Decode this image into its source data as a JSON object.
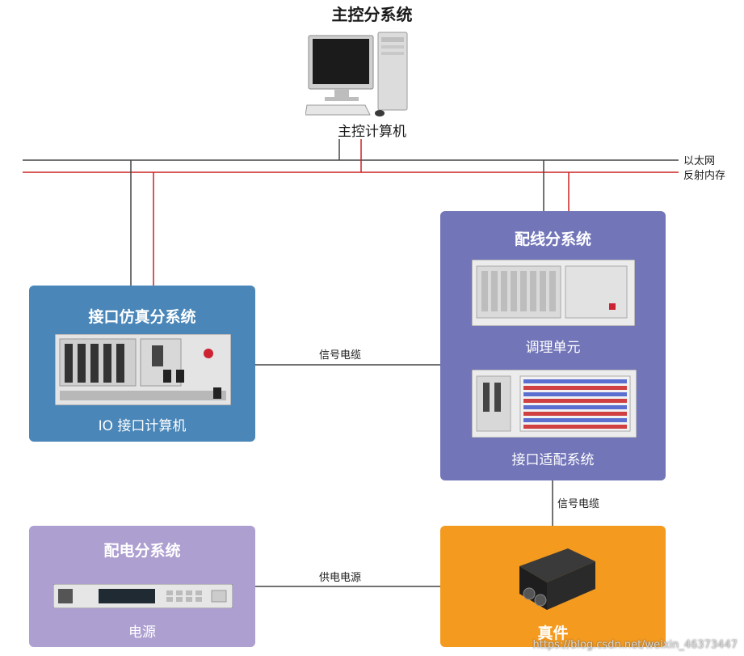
{
  "title": "主控分系统",
  "host_computer": {
    "label": "主控计算机",
    "icon": "desktop-computer-icon"
  },
  "buses": {
    "ethernet": "以太网",
    "reflective_memory": "反射内存"
  },
  "colors": {
    "ethernet_line": "#444444",
    "reflective_memory_line": "#cc2222",
    "interface_sim_box": "#4a86b8",
    "wiring_box": "#7275b8",
    "power_box": "#ad9fd0",
    "real_part_box": "#f39a1f"
  },
  "subsystems": {
    "interface_sim": {
      "title": "接口仿真分系统",
      "device_label": "IO 接口计算机"
    },
    "wiring": {
      "title": "配线分系统",
      "unit1_label": "调理单元",
      "unit2_label": "接口适配系统"
    },
    "power": {
      "title": "配电分系统",
      "device_label": "电源"
    },
    "real_part": {
      "title": "真件"
    }
  },
  "cables": {
    "signal_cable_horizontal": "信号电缆",
    "signal_cable_vertical": "信号电缆",
    "power_cable": "供电电源"
  },
  "watermark": "https://blog.csdn.net/weixin_46373447"
}
